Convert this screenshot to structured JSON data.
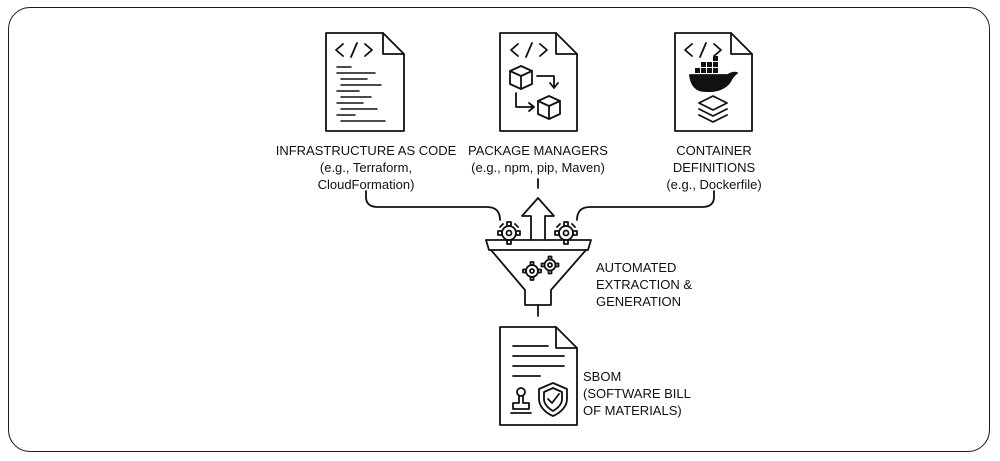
{
  "sources": [
    {
      "id": "iac",
      "title": "INFRASTRUCTURE AS CODE",
      "examples": [
        "(e.g., Terraform,",
        "CloudFormation)"
      ],
      "icon": "code-document-icon"
    },
    {
      "id": "pkg",
      "title": "PACKAGE MANAGERS",
      "examples": [
        "(e.g., npm, pip, Maven)"
      ],
      "icon": "package-flow-document-icon"
    },
    {
      "id": "ctr",
      "title": "CONTAINER",
      "title2": "DEFINITIONS",
      "examples": [
        "(e.g., Dockerfile)"
      ],
      "icon": "container-document-icon"
    }
  ],
  "process": {
    "lines": [
      "AUTOMATED",
      "EXTRACTION &",
      "GENERATION"
    ],
    "icon": "funnel-gears-icon"
  },
  "output": {
    "lines": [
      "SBOM",
      "(SOFTWARE BILL",
      "OF MATERIALS)"
    ],
    "icon": "certificate-document-icon"
  },
  "colors": {
    "stroke": "#111111",
    "background": "#ffffff"
  }
}
